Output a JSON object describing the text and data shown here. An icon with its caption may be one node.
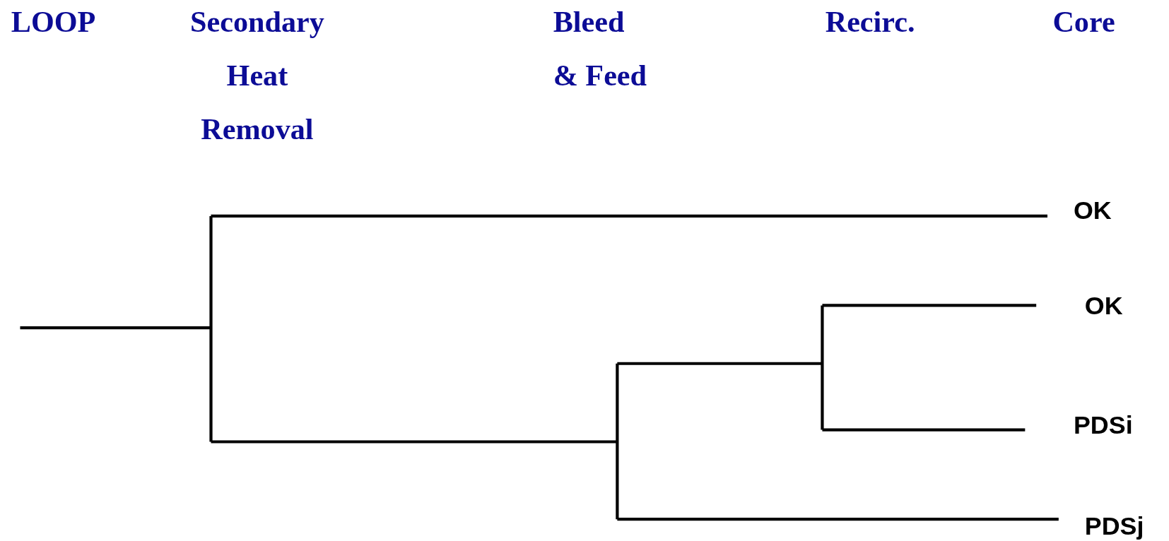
{
  "diagram": {
    "nodes": [
      {
        "text": [
          "OK"
        ]
      },
      {
        "text": [
          "OK"
        ]
      },
      {
        "text": [
          "PDSi"
        ]
      },
      {
        "text": [
          "PDSj"
        ]
      }
    ],
    "edges": [
      {
        "from": null,
        "to": 0,
        "arrow": "none"
      },
      {
        "from": null,
        "to": 1,
        "arrow": "none"
      },
      {
        "from": null,
        "to": 2,
        "arrow": "none"
      },
      {
        "from": null,
        "to": 3,
        "arrow": "none"
      }
    ],
    "labels": [
      "LOOP",
      "Secondary Heat Removal",
      "Bleed & Feed",
      "Recirc.",
      "Core"
    ]
  }
}
